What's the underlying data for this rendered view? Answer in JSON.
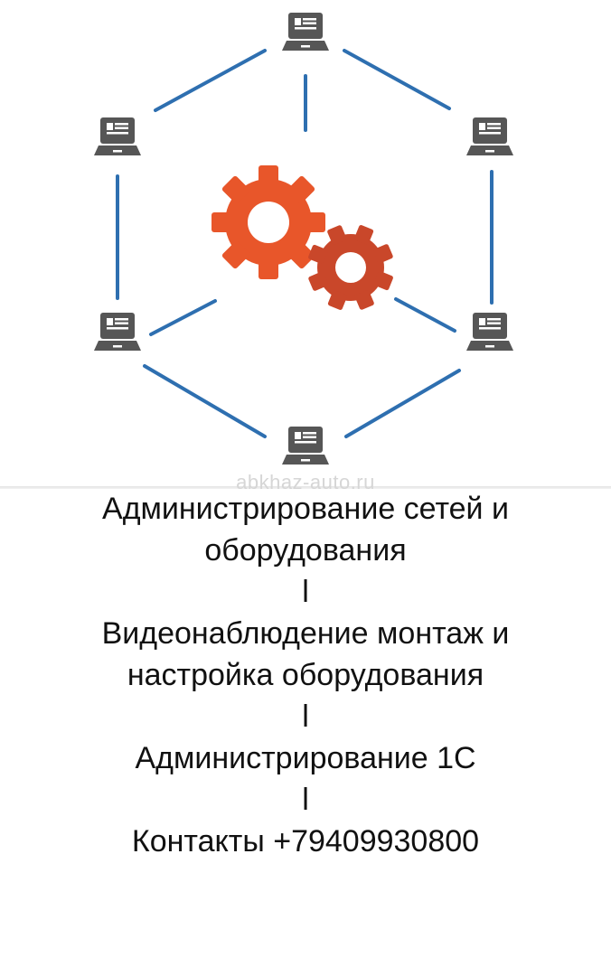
{
  "watermark": "abkhaz-auto.ru",
  "colors": {
    "connector": "#2e6fb0",
    "computer": "#565656",
    "gear_large": "#e8562a",
    "gear_small": "#c9472a",
    "text": "#111111"
  },
  "illustration": {
    "nodes": [
      "computer-icon",
      "computer-icon",
      "computer-icon",
      "computer-icon",
      "computer-icon",
      "computer-icon"
    ],
    "center": [
      "gear-icon",
      "gear-icon"
    ]
  },
  "text_lines": [
    "Администрирование сетей и",
    "оборудования",
    "l",
    "Видеонаблюдение монтаж и",
    "настройка оборудования",
    "l",
    "Администрирование 1С",
    "l",
    "Контакты +79409930800"
  ]
}
